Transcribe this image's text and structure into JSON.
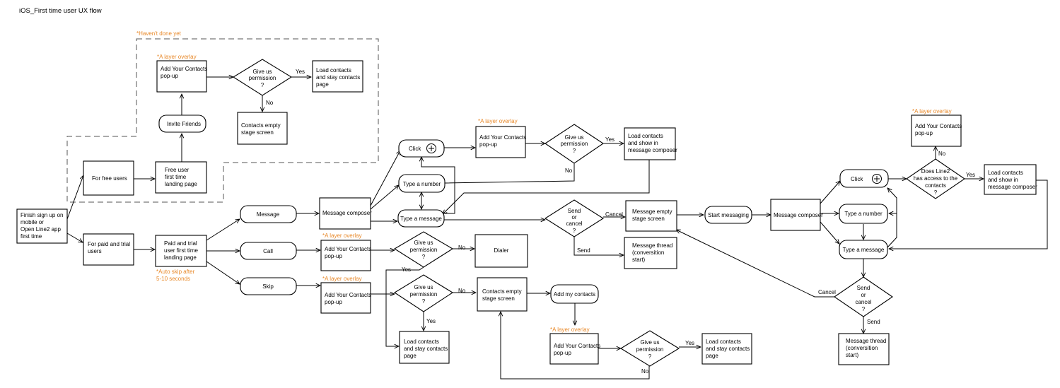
{
  "title": "iOS_First time user UX flow",
  "notes": {
    "havent_done": "*Haven't done yet",
    "overlay": "*A layer overlay",
    "auto_skip_1": "*Auto skip after",
    "auto_skip_2": "5-10 seconds"
  },
  "labels": {
    "yes": "Yes",
    "no": "No",
    "cancel": "Cancel",
    "send": "Send",
    "q": "?"
  },
  "nodes": {
    "finish": [
      "Finish sign up on",
      "mobile or",
      "Open Line2 app",
      "first time"
    ],
    "free_users": [
      "For free users"
    ],
    "paid_users": [
      "For paid and trial",
      "users"
    ],
    "free_landing": [
      "Free user",
      "first time",
      "landing page"
    ],
    "paid_landing": [
      "Paid and trial",
      "user first time",
      "landing page"
    ],
    "invite": [
      "Invite Friends"
    ],
    "add_contacts": [
      "Add Your Contacts",
      "pop-up"
    ],
    "permission": [
      "Give us",
      "permission"
    ],
    "load_stay": [
      "Load contacts",
      "and stay contacts",
      "page"
    ],
    "contacts_empty_top": [
      "Contacts empty",
      "stage screen"
    ],
    "message": [
      "Message"
    ],
    "call": [
      "Call"
    ],
    "skip": [
      "Skip"
    ],
    "composer": [
      "Message composer"
    ],
    "click": [
      "Click"
    ],
    "type_number": [
      "Type a number"
    ],
    "type_message": [
      "Type a message"
    ],
    "load_show": [
      "Load contacts",
      "and show in",
      "message composer"
    ],
    "send_cancel": [
      "Send",
      "or",
      "cancel"
    ],
    "msg_empty": [
      "Message empty",
      "stage screen"
    ],
    "thread": [
      "Message thread",
      "(conversition",
      "start)"
    ],
    "start_messaging": [
      "Start messaging"
    ],
    "dialer": [
      "Dialer"
    ],
    "contacts_empty": [
      "Contacts empty",
      "stage screen"
    ],
    "add_my": [
      "Add my contacts"
    ],
    "access": [
      "Does Line2",
      "has access to the",
      "contacts"
    ]
  }
}
